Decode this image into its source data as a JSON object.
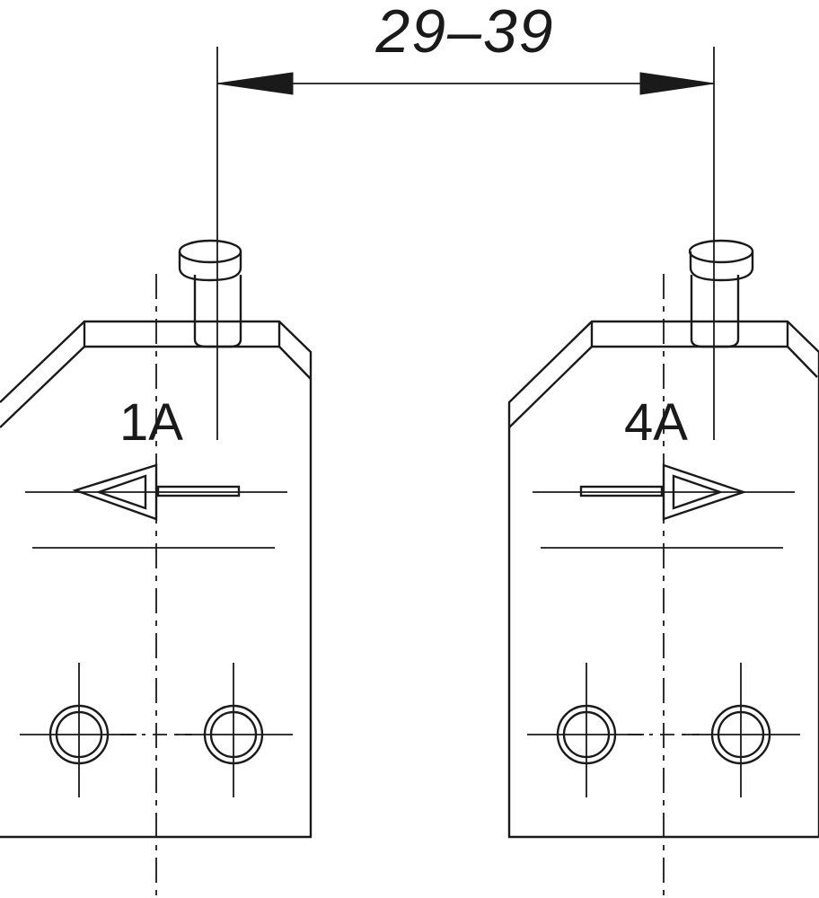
{
  "dimension": {
    "text": "29–39"
  },
  "parts": [
    {
      "label": "1A",
      "arrow_direction": "left"
    },
    {
      "label": "4A",
      "arrow_direction": "right"
    }
  ]
}
